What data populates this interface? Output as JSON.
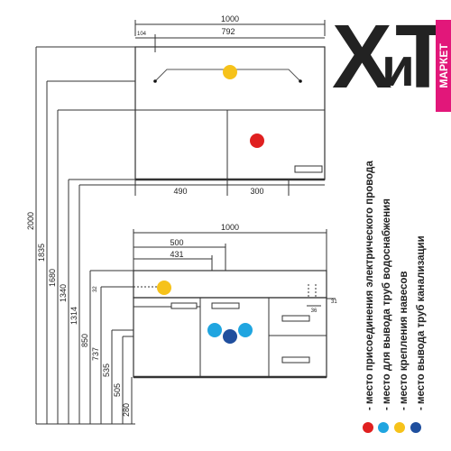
{
  "brand": {
    "logo_letters": [
      "Х",
      "и",
      "Т"
    ],
    "logo_word": "МАРКЕТ",
    "colors": {
      "x": "#f46b1f",
      "i": "#5db531",
      "t": "#1f8fd8",
      "market_bg": "#e2177a"
    }
  },
  "upper_unit": {
    "width_label": "1000",
    "left_offset_label": "104",
    "inner_span_label": "792",
    "door_left_label": "490",
    "door_right_label": "300"
  },
  "lower_unit": {
    "width_label": "1000",
    "span_500_label": "500",
    "span_431_label": "431",
    "left_small_label": "32",
    "right_small_label": "31",
    "inner_small_label": "36"
  },
  "heights": [
    "2000",
    "1835",
    "1680",
    "1340",
    "1314",
    "850",
    "737",
    "535",
    "505",
    "280"
  ],
  "legend": {
    "items": [
      "- место присоединения электрического провода",
      "- место для вывода труб водоснабжения",
      "- место крепления навесов",
      "- место вывода труб канализации"
    ],
    "colors": [
      "#e02020",
      "#1fa5e0",
      "#f6c21a",
      "#1f4f9e"
    ]
  }
}
